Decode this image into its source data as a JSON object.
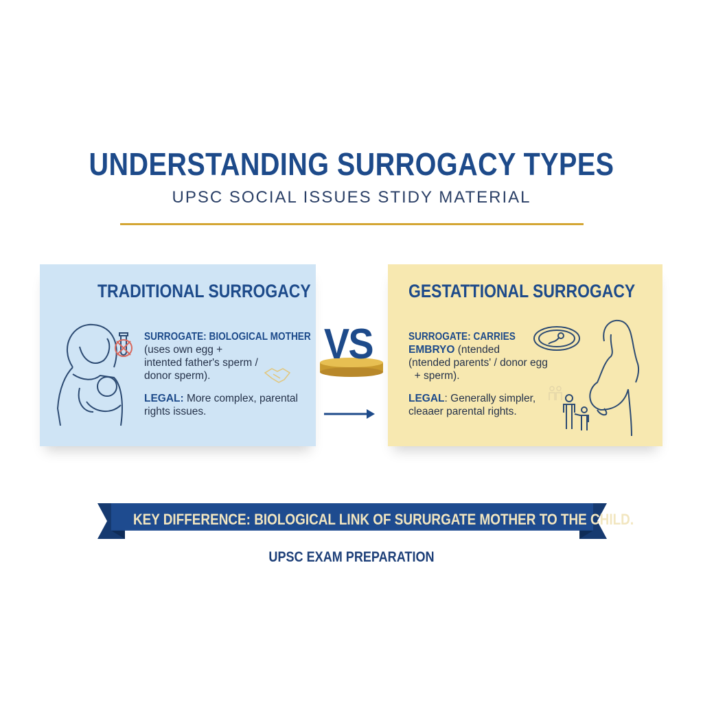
{
  "header": {
    "title": "UNDERSTANDING SURROGACY TYPES",
    "subtitle": "UPSC SOCIAL ISSUES STIDY MATERIAL"
  },
  "colors": {
    "navy": "#1d4a8a",
    "gold": "#d4a634",
    "left_card_bg": "#cfe4f5",
    "right_card_bg": "#f7e8b0",
    "banner_bg": "#1e4b8f",
    "banner_text": "#f2e6c0"
  },
  "left_card": {
    "title": "TRADITIONAL SURROGACY",
    "surrogate_label": "SURROGATE: BIOLOGICAL MOTHER",
    "surrogate_lines": [
      "(uses own egg +",
      "intented father's sperm /",
      "donor sperm)."
    ],
    "legal_label": "LEGAL:",
    "legal_lines": [
      " More complex, parental",
      "rights issues."
    ],
    "icons": [
      "mother-holding-baby-icon",
      "crossed-test-tube-icon",
      "handshake-icon"
    ]
  },
  "center": {
    "vs": "VS",
    "icons": [
      "gold-pedestal-icon",
      "arrow-right-icon"
    ]
  },
  "right_card": {
    "title": "GESTATTIONAL SURROGACY",
    "surrogate_lines_bold": [
      "SURROGATE: CARRIES",
      "EMBRYO"
    ],
    "surrogate_inline": " (ntended",
    "surrogate_lines": [
      "(ntended parents' / donor egg",
      "  + sperm)."
    ],
    "legal_label": "LEGAL",
    "legal_lines": [
      ": Generally simpler,",
      "cleaaer parental rights."
    ],
    "icons": [
      "petri-dish-embryo-icon",
      "pregnant-woman-icon",
      "parent-child-icon",
      "family-icon"
    ]
  },
  "banner": {
    "text": "KEY DIFFERENCE: BIOLOGICAL LINK OF SURURGATE MOTHER TO THE CHILD."
  },
  "footer": {
    "text": "UPSC EXAM PREPARATION"
  }
}
